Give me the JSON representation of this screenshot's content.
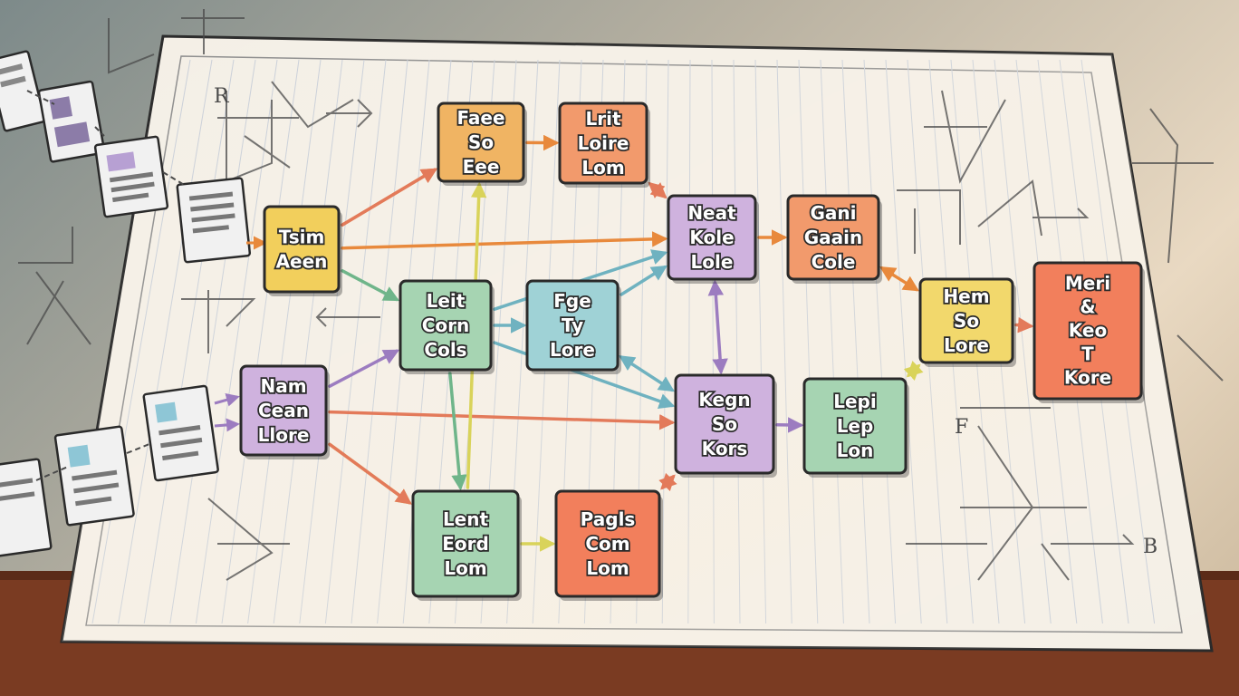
{
  "nodes": [
    {
      "id": "n1",
      "lines": [
        "Faee",
        "So",
        "Eee"
      ],
      "fill": "#f0b463"
    },
    {
      "id": "n2",
      "lines": [
        "Lrit",
        "Loire",
        "Lom"
      ],
      "fill": "#f29a6c"
    },
    {
      "id": "n3",
      "lines": [
        "Neat",
        "Kole",
        "Lole"
      ],
      "fill": "#cfb2de"
    },
    {
      "id": "n4",
      "lines": [
        "Gani",
        "Gaain",
        "Cole"
      ],
      "fill": "#f29a6c"
    },
    {
      "id": "n5",
      "lines": [
        "Tsim",
        "Aeen"
      ],
      "fill": "#f2cf5c"
    },
    {
      "id": "n6",
      "lines": [
        "Leit",
        "Corn",
        "Cols"
      ],
      "fill": "#a6d4b2"
    },
    {
      "id": "n7",
      "lines": [
        "Fge",
        "Ty",
        "Lore"
      ],
      "fill": "#9fd2d6"
    },
    {
      "id": "n8",
      "lines": [
        "Hem",
        "So",
        "Lore"
      ],
      "fill": "#f2d86c"
    },
    {
      "id": "n9",
      "lines": [
        "Meri",
        "&",
        "Keo",
        "T",
        "Kore"
      ],
      "fill": "#f27f5c"
    },
    {
      "id": "n10",
      "lines": [
        "Nam",
        "Cean",
        "Llore"
      ],
      "fill": "#cfb2de"
    },
    {
      "id": "n11",
      "lines": [
        "Kegn",
        "So",
        "Kors"
      ],
      "fill": "#cfb2de"
    },
    {
      "id": "n12",
      "lines": [
        "Lepi",
        "Lep",
        "Lon"
      ],
      "fill": "#a6d4b2"
    },
    {
      "id": "n13",
      "lines": [
        "Lent",
        "Eord",
        "Lom"
      ],
      "fill": "#a6d4b2"
    },
    {
      "id": "n14",
      "lines": [
        "Pagls",
        "Com",
        "Lom"
      ],
      "fill": "#f27f5c"
    }
  ],
  "edges": [
    {
      "from": "n5",
      "to": "n1",
      "color": "#e8893c",
      "bi": false
    },
    {
      "from": "n5",
      "to": "n3",
      "color": "#e8893c",
      "bi": false
    },
    {
      "from": "n5",
      "to": "n6",
      "color": "#6fb58a",
      "bi": false
    },
    {
      "from": "n5",
      "to": "n1",
      "color": "#e37a5a",
      "bi": false
    },
    {
      "from": "n10",
      "to": "n6",
      "color": "#9c7cc0",
      "bi": false
    },
    {
      "from": "n10",
      "to": "n11",
      "color": "#e37a5a",
      "bi": false
    },
    {
      "from": "n10",
      "to": "n13",
      "color": "#d9d35a",
      "bi": false
    },
    {
      "from": "n10",
      "to": "n13",
      "color": "#e37a5a",
      "bi": false
    },
    {
      "from": "n1",
      "to": "n2",
      "color": "#e8893c",
      "bi": false
    },
    {
      "from": "n2",
      "to": "n3",
      "color": "#e37a5a",
      "bi": true
    },
    {
      "from": "n3",
      "to": "n4",
      "color": "#e8893c",
      "bi": false
    },
    {
      "from": "n4",
      "to": "n8",
      "color": "#e8893c",
      "bi": true
    },
    {
      "from": "n8",
      "to": "n9",
      "color": "#e37a5a",
      "bi": false
    },
    {
      "from": "n6",
      "to": "n7",
      "color": "#6fb2c0",
      "bi": false
    },
    {
      "from": "n6",
      "to": "n13",
      "color": "#6fb58a",
      "bi": false
    },
    {
      "from": "n6",
      "to": "n3",
      "color": "#6fb2c0",
      "bi": false
    },
    {
      "from": "n7",
      "to": "n3",
      "color": "#6fb2c0",
      "bi": false
    },
    {
      "from": "n7",
      "to": "n11",
      "color": "#6fb2c0",
      "bi": true
    },
    {
      "from": "n3",
      "to": "n11",
      "color": "#9c7cc0",
      "bi": true
    },
    {
      "from": "n11",
      "to": "n12",
      "color": "#9c7cc0",
      "bi": false
    },
    {
      "from": "n12",
      "to": "n8",
      "color": "#d9d35a",
      "bi": true
    },
    {
      "from": "n11",
      "to": "n14",
      "color": "#e37a5a",
      "bi": true
    },
    {
      "from": "n13",
      "to": "n14",
      "color": "#d9d35a",
      "bi": false
    },
    {
      "from": "n13",
      "to": "n1",
      "color": "#d9d35a",
      "bi": false
    },
    {
      "from": "n6",
      "to": "n11",
      "color": "#6fb2c0",
      "bi": false
    }
  ],
  "sketch_letters": [
    "R",
    "F",
    "B"
  ],
  "colors": {
    "paper": "#f4efe6",
    "paper_line": "#c9cfd8",
    "ink": "#2a2a2a",
    "wood": "#7a3b22"
  }
}
